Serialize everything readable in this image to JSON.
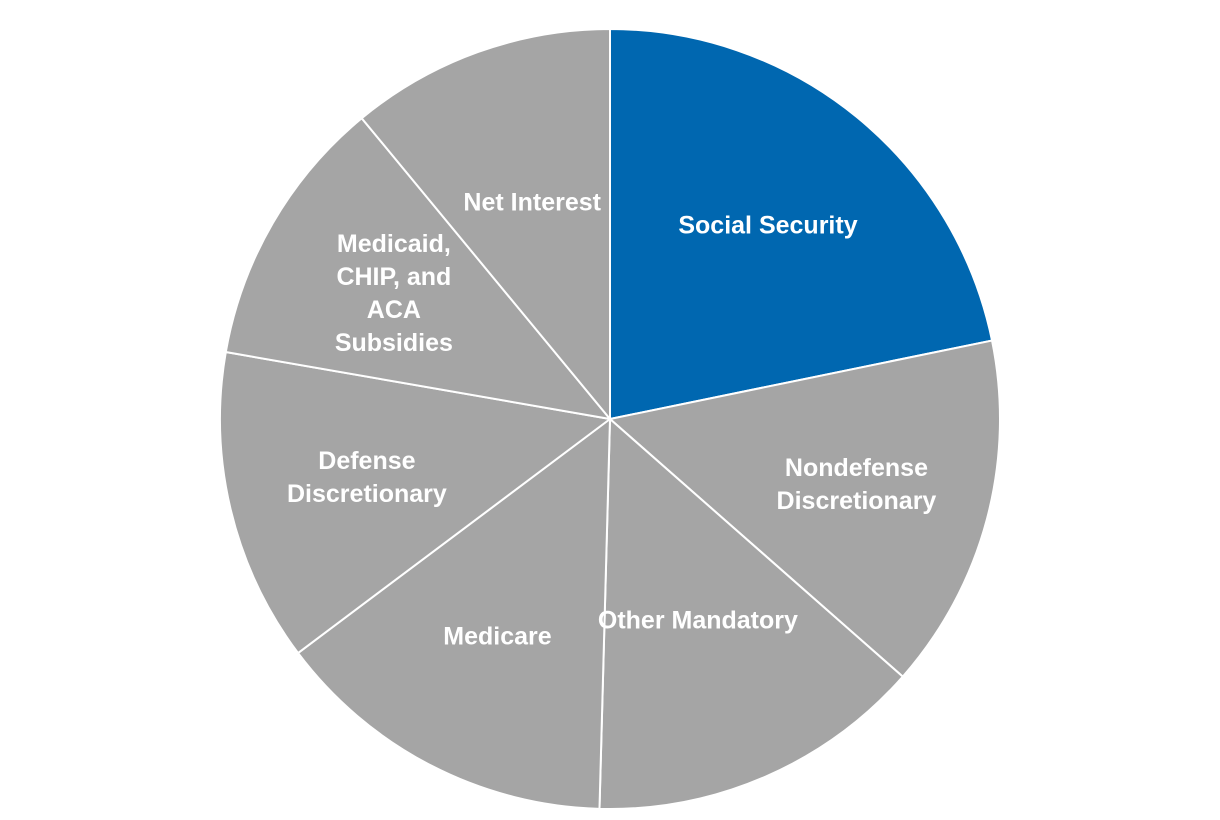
{
  "chart_data": {
    "type": "pie",
    "start_angle_deg": 0,
    "direction": "clockwise",
    "colors": {
      "highlight": "#0067b0",
      "default": "#a5a5a5",
      "border": "#ffffff"
    },
    "slices": [
      {
        "label": "Social Security",
        "lines": [
          "Social Security"
        ],
        "value": 22.8,
        "highlight": true
      },
      {
        "label": "Nondefense Discretionary",
        "lines": [
          "Nondefense",
          "Discretionary"
        ],
        "value": 15.4,
        "highlight": false
      },
      {
        "label": "Other Mandatory",
        "lines": [
          "Other Mandatory"
        ],
        "value": 14.6,
        "highlight": false
      },
      {
        "label": "Medicare",
        "lines": [
          "Medicare"
        ],
        "value": 15.0,
        "highlight": false
      },
      {
        "label": "Defense Discretionary",
        "lines": [
          "Defense",
          "Discretionary"
        ],
        "value": 13.6,
        "highlight": false
      },
      {
        "label": "Medicaid, CHIP, and ACA Subsidies",
        "lines": [
          "Medicaid,",
          "CHIP, and",
          "ACA",
          "Subsidies"
        ],
        "value": 11.8,
        "highlight": false
      },
      {
        "label": "Net Interest",
        "lines": [
          "Net Interest"
        ],
        "value": 11.5,
        "highlight": false
      }
    ]
  }
}
